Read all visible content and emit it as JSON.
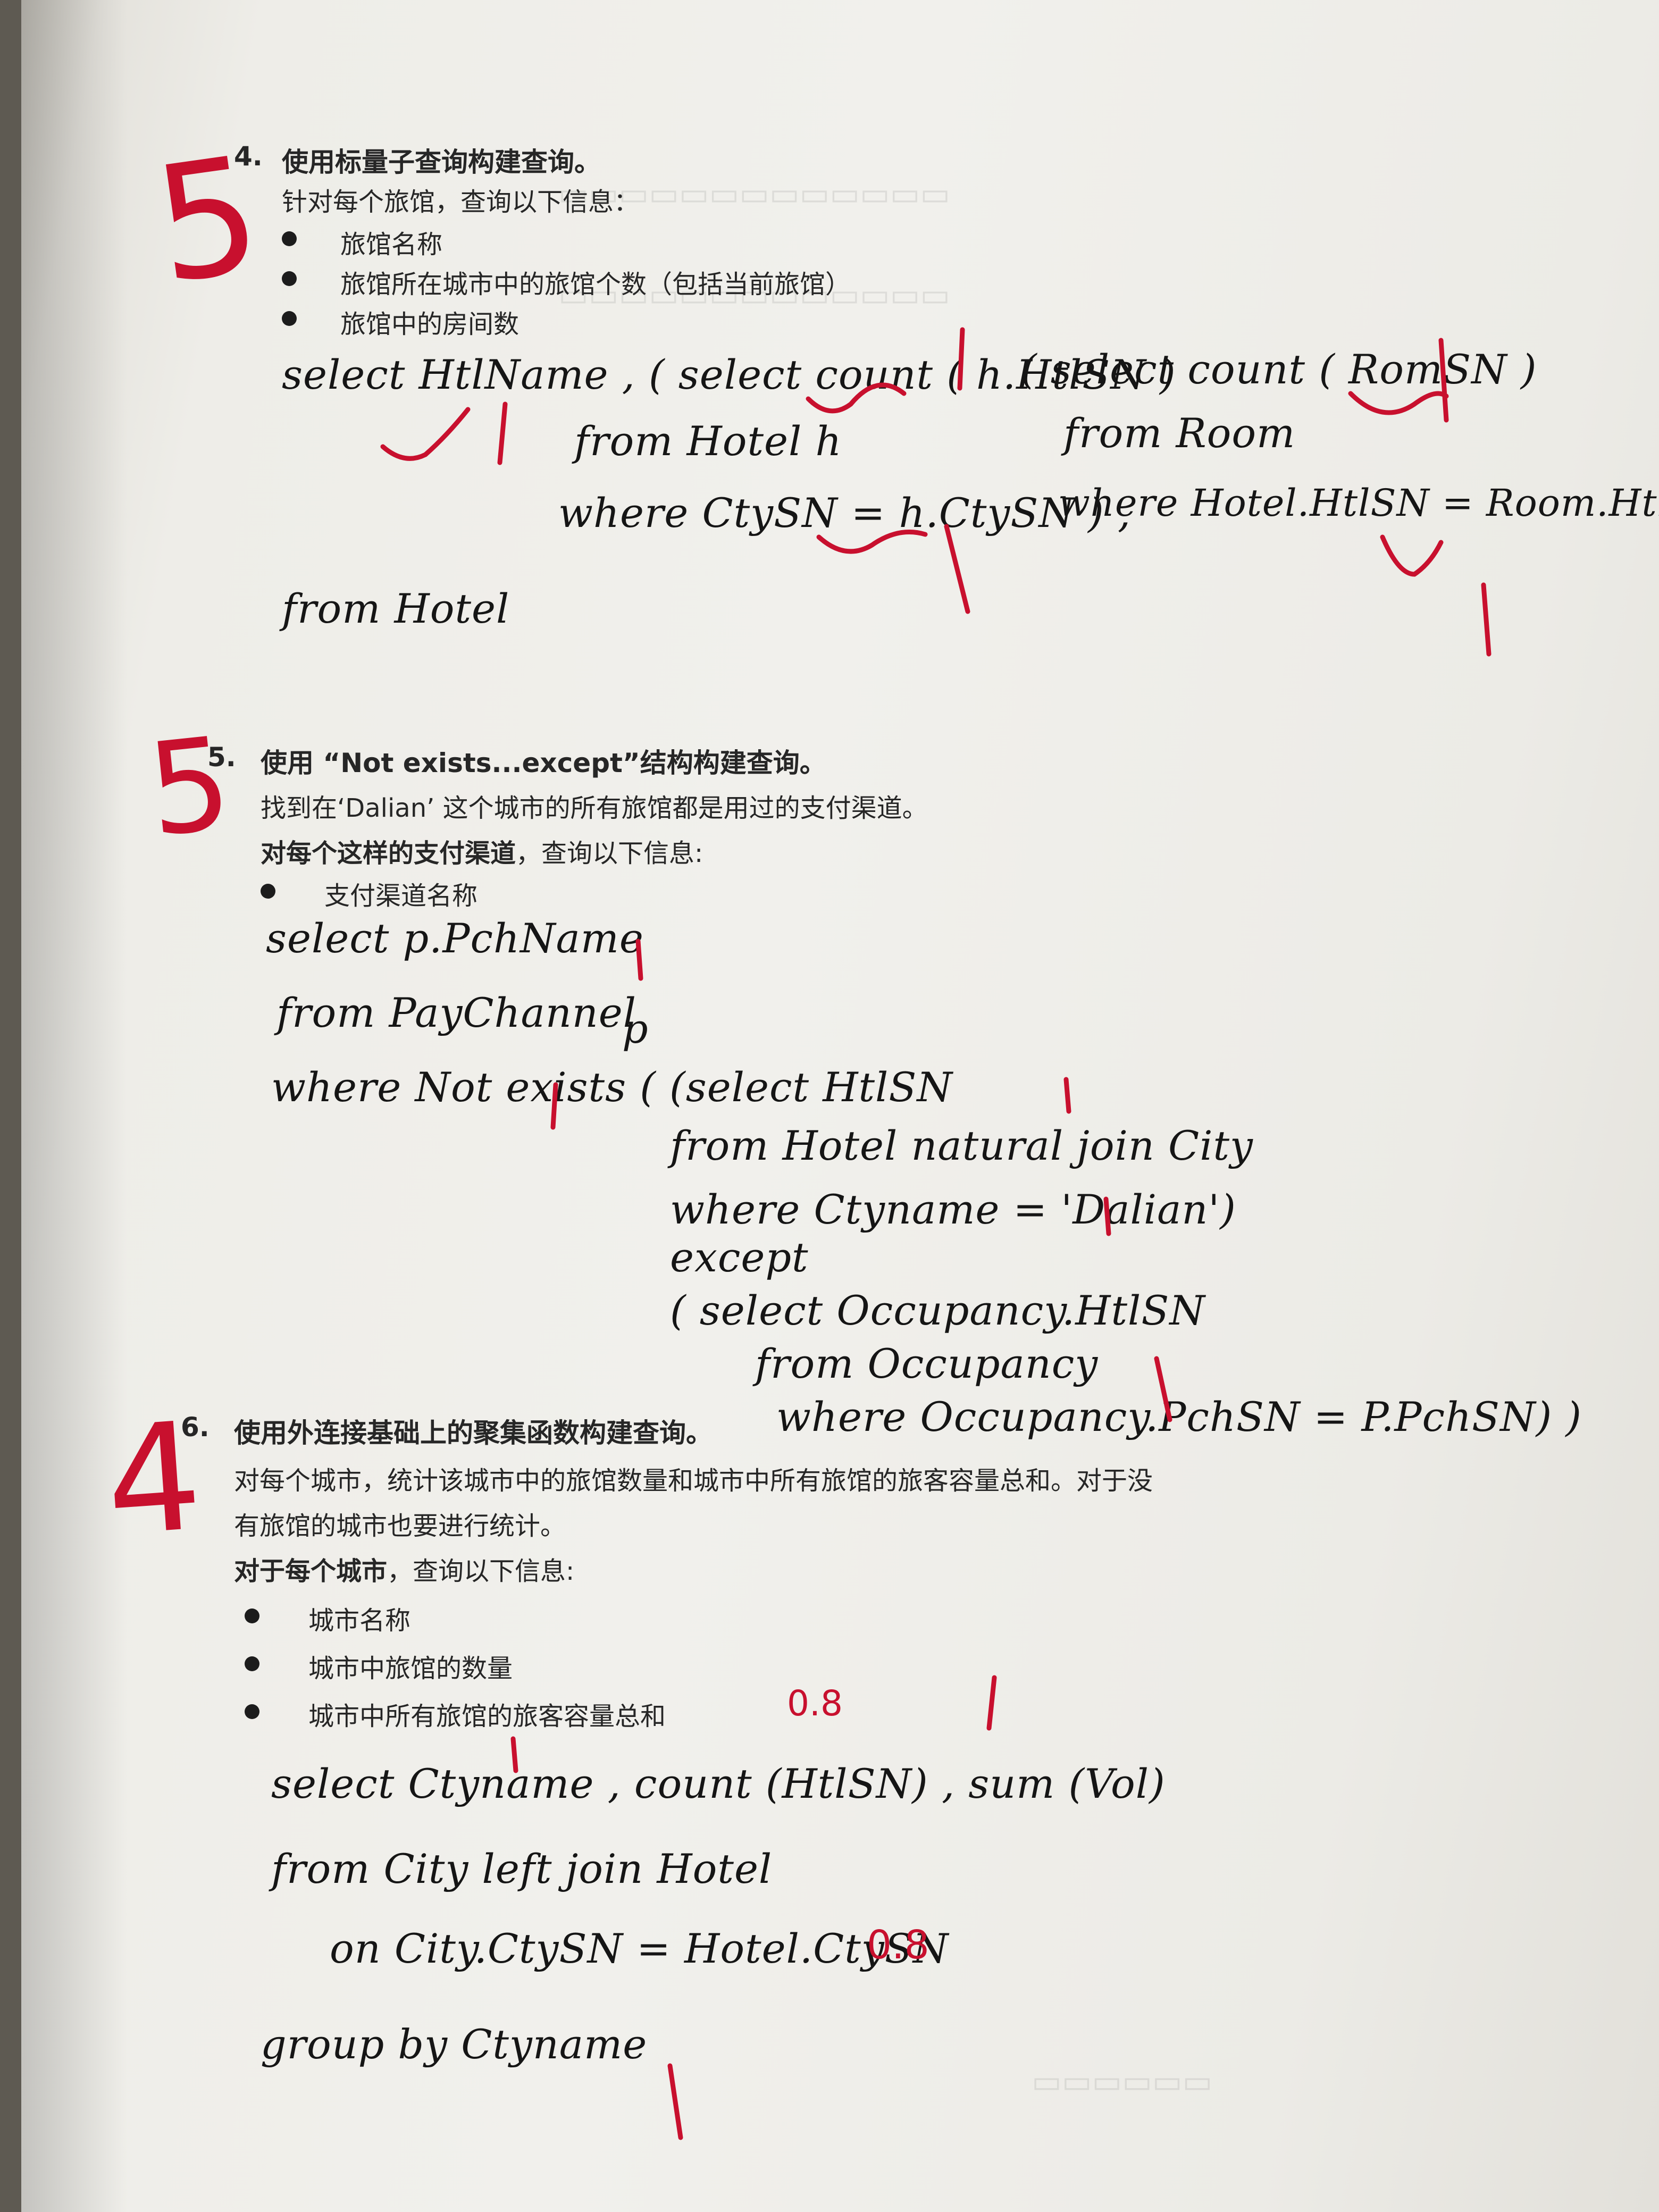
{
  "q4": {
    "grade": "5",
    "number": "4.",
    "title": "使用标量子查询构建查询。",
    "intro": "针对每个旅馆，查询以下信息：",
    "bullets": [
      "旅馆名称",
      "旅馆所在城市中的旅馆个数（包括当前旅馆）",
      "旅馆中的房间数"
    ],
    "answer": {
      "line1a": "select HtlName , ( select count ( h.HtlSN )",
      "line1b": "( select count ( RomSN )",
      "line2a": "from Hotel h",
      "line2b": "from Room",
      "line3a": "where CtySN = h.CtySN ) ,",
      "line3b": "where Hotel.HtlSN = Room.HtlSN )",
      "line4": "from Hotel"
    }
  },
  "q5": {
    "grade": "5",
    "number": "5.",
    "title": "使用 “Not exists...except”结构构建查询。",
    "intro": "找到在‘Dalian’ 这个城市的所有旅馆都是用过的支付渠道。",
    "lead_bold": "对每个这样的支付渠道",
    "lead_rest": "，查询以下信息:",
    "bullets": [
      "支付渠道名称"
    ],
    "answer": {
      "l1": "select p.PchName",
      "l2": "from PayChannel",
      "l2b": "p",
      "l3": "where Not exists ( (select HtlSN",
      "l4": "from Hotel natural join City",
      "l5": "where Ctyname = 'Dalian')",
      "l6": "except",
      "l7": "( select Occupancy.HtlSN",
      "l8": "from Occupancy",
      "l9": "where Occupancy.PchSN = P.PchSN) )"
    }
  },
  "q6": {
    "grade": "4",
    "number": "6.",
    "title": "使用外连接基础上的聚集函数构建查询。",
    "intro1": "对每个城市，统计该城市中的旅馆数量和城市中所有旅馆的旅客容量总和。对于没",
    "intro2": "有旅馆的城市也要进行统计。",
    "lead_bold": "对于每个城市",
    "lead_rest": "，查询以下信息:",
    "bullets": [
      "城市名称",
      "城市中旅馆的数量",
      "城市中所有旅馆的旅客容量总和"
    ],
    "score1": "0.8",
    "score2": "0.8",
    "answer": {
      "l1": "select Ctyname , count (HtlSN) , sum (Vol)",
      "l2": "from City left join Hotel",
      "l3": "on City.CtySN = Hotel.CtySN",
      "l4": "group by Ctyname"
    }
  },
  "colors": {
    "ink": "#151515",
    "red_pen": "#c8102e",
    "paper": "#efeee9"
  }
}
